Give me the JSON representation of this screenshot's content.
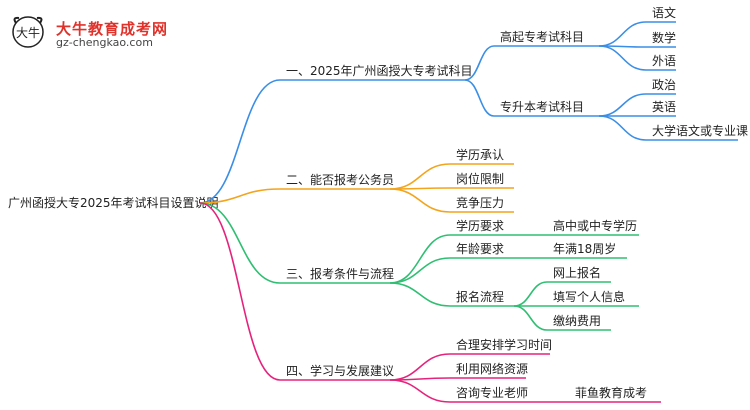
{
  "logo": {
    "name": "大牛教育成考网",
    "url": "gz-chengkao.com",
    "mark": "大牛"
  },
  "colors": {
    "blue": "#3a8ee6",
    "orange": "#f3a41b",
    "green": "#2fbf72",
    "pink": "#e5237d",
    "text": "#222222"
  },
  "mindmap": {
    "root": "广州函授大专2025年考试科目设置说明",
    "branches": [
      {
        "label": "一、2025年广州函授大专考试科目",
        "color": "#3a8ee6",
        "children": [
          {
            "label": "高起专考试科目",
            "children": [
              {
                "label": "语文"
              },
              {
                "label": "数学"
              },
              {
                "label": "外语"
              }
            ]
          },
          {
            "label": "专升本考试科目",
            "children": [
              {
                "label": "政治"
              },
              {
                "label": "英语"
              },
              {
                "label": "大学语文或专业课"
              }
            ]
          }
        ]
      },
      {
        "label": "二、能否报考公务员",
        "color": "#f3a41b",
        "children": [
          {
            "label": "学历承认"
          },
          {
            "label": "岗位限制"
          },
          {
            "label": "竞争压力"
          }
        ]
      },
      {
        "label": "三、报考条件与流程",
        "color": "#2fbf72",
        "children": [
          {
            "label": "学历要求",
            "children": [
              {
                "label": "高中或中专学历"
              }
            ]
          },
          {
            "label": "年龄要求",
            "children": [
              {
                "label": "年满18周岁"
              }
            ]
          },
          {
            "label": "报名流程",
            "children": [
              {
                "label": "网上报名"
              },
              {
                "label": "填写个人信息"
              },
              {
                "label": "缴纳费用"
              }
            ]
          }
        ]
      },
      {
        "label": "四、学习与发展建议",
        "color": "#e5237d",
        "children": [
          {
            "label": "合理安排学习时间"
          },
          {
            "label": "利用网络资源"
          },
          {
            "label": "咨询专业老师",
            "children": [
              {
                "label": "菲鱼教育成考"
              }
            ]
          }
        ]
      }
    ]
  }
}
